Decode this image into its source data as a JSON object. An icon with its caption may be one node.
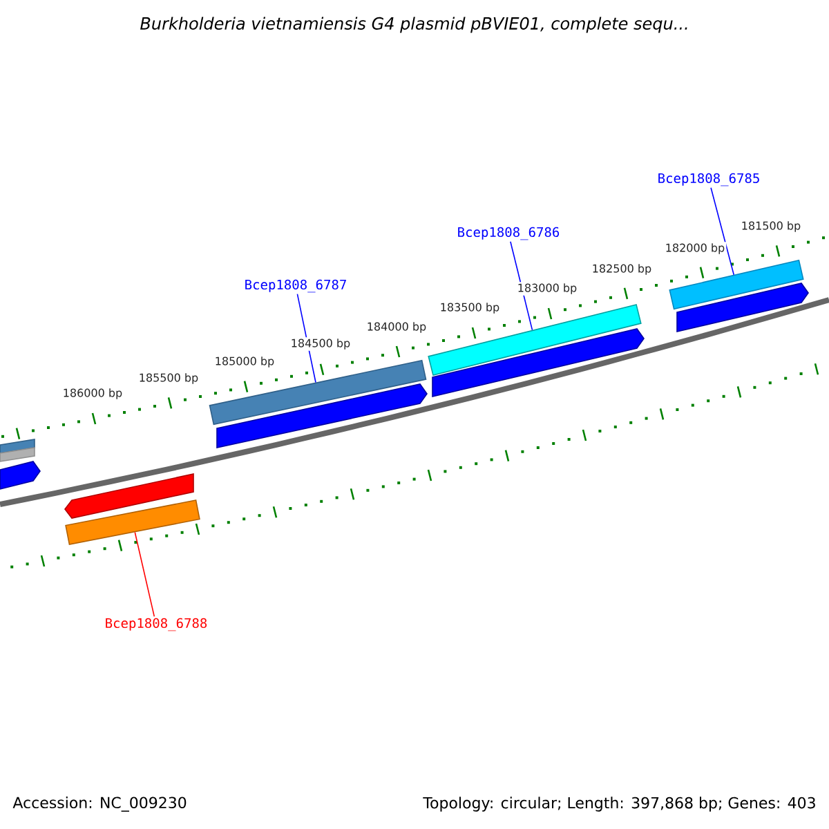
{
  "diagram": {
    "title": "*Burkholderia vietnamiensis* G4 plasmid pBVIE01, complete sequ...",
    "nodes": [
      {
        "text": [
          "Bcep1808_6785"
        ]
      },
      {
        "text": [
          "Bcep1808_6786"
        ]
      },
      {
        "text": [
          "Bcep1808_6787"
        ]
      },
      {
        "text": [],
        "shape": "bar"
      },
      {
        "text": [],
        "shape": "arrow"
      },
      {
        "text": [],
        "shape": "arrow"
      },
      {
        "text": [],
        "shape": "bar"
      },
      {
        "text": [],
        "shape": "bar"
      },
      {
        "text": [],
        "shape": "arrow"
      },
      {
        "text": [],
        "shape": "bar"
      },
      {
        "text": [],
        "shape": "arrow"
      },
      {
        "text": [],
        "shape": "bar"
      },
      {
        "text": [],
        "shape": "arrow"
      },
      {
        "text": [
          "Bcep1808_6788"
        ]
      }
    ],
    "edges": [
      {
        "from": 0,
        "to": 11,
        "arrow": "none"
      },
      {
        "from": 1,
        "to": 9,
        "arrow": "none"
      },
      {
        "from": 2,
        "to": 7,
        "arrow": "none"
      },
      {
        "from": 13,
        "to": 6,
        "arrow": "none",
        "color": "#ff0000"
      }
    ],
    "labels": [
      "186000 bp",
      "185500 bp",
      "185000 bp",
      "184500 bp",
      "184000 bp",
      "183500 bp",
      "183000 bp",
      "182500 bp",
      "182000 bp",
      "181500 bp",
      "Accession: NC_009230",
      "Topology: circular; Length: 397,868 bp; Genes: 403"
    ]
  }
}
